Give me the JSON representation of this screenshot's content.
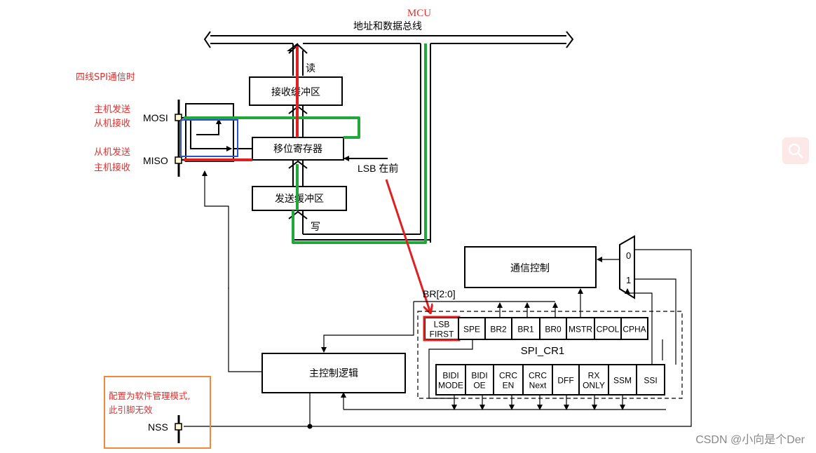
{
  "title": "MCU",
  "bus_label": "地址和数据总线",
  "read_label": "读",
  "write_label": "写",
  "receive_buffer": "接收缓冲区",
  "shift_register": "移位寄存器",
  "transmit_buffer": "发送缓冲区",
  "lsb_first_note": "LSB 在前",
  "comm_control": "通信控制",
  "main_control": "主控制逻辑",
  "spi_mode_note": "四线SPI通信时",
  "pins": {
    "mosi": {
      "name": "MOSI",
      "note_line1": "主机发送",
      "note_line2": "从机接收"
    },
    "miso": {
      "name": "MISO",
      "note_line1": "从机发送",
      "note_line2": "主机接收"
    },
    "nss": {
      "name": "NSS",
      "note_line1": "配置为软件管理模式,",
      "note_line2": "此引脚无效"
    }
  },
  "br_label": "BR[2:0]",
  "cr1_label": "SPI_CR1",
  "mux": {
    "in0": "0",
    "in1": "1"
  },
  "cr1_bits": [
    {
      "l1": "LSB",
      "l2": "FIRST"
    },
    {
      "l1": "SPE",
      "l2": ""
    },
    {
      "l1": "BR2",
      "l2": ""
    },
    {
      "l1": "BR1",
      "l2": ""
    },
    {
      "l1": "BR0",
      "l2": ""
    },
    {
      "l1": "MSTR",
      "l2": ""
    },
    {
      "l1": "CPOL",
      "l2": ""
    },
    {
      "l1": "CPHA",
      "l2": ""
    }
  ],
  "cr1_bits_2": [
    {
      "l1": "BIDI",
      "l2": "MODE"
    },
    {
      "l1": "BIDI",
      "l2": "OE"
    },
    {
      "l1": "CRC",
      "l2": "EN"
    },
    {
      "l1": "CRC",
      "l2": "Next"
    },
    {
      "l1": "DFF",
      "l2": ""
    },
    {
      "l1": "RX",
      "l2": "ONLY"
    },
    {
      "l1": "SSM",
      "l2": ""
    },
    {
      "l1": "SSI",
      "l2": ""
    }
  ],
  "watermark": "CSDN @小向是个Der",
  "colors": {
    "red": "#e02020",
    "green": "#22a83a",
    "blue": "#2a55c8",
    "orange": "#f0893a",
    "annotation": "#e03030"
  },
  "icons": {
    "search": "search-icon"
  }
}
